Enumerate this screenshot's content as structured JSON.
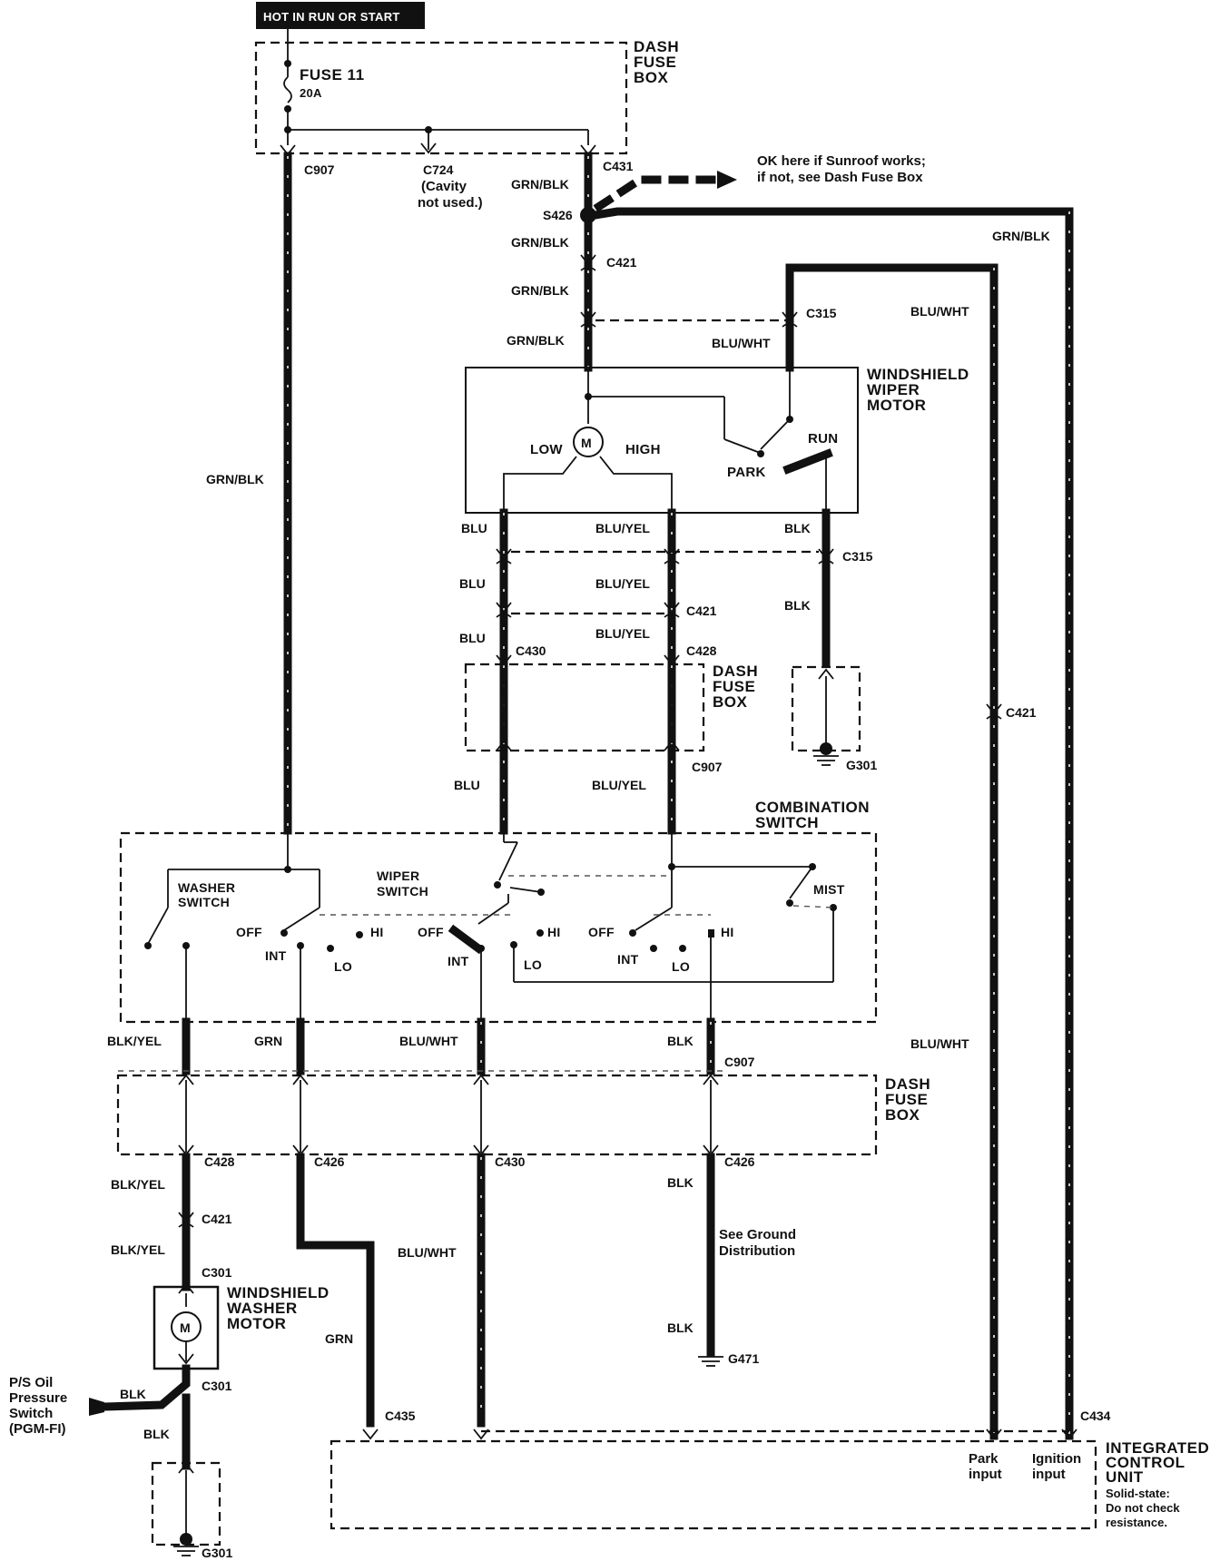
{
  "header": {
    "hot_label": "HOT IN RUN OR START"
  },
  "components": {
    "dash_fuse_box_lines": [
      "DASH",
      "FUSE",
      "BOX"
    ],
    "fuse": {
      "name": "FUSE 11",
      "rating": "20A"
    },
    "wiper_motor_lines": [
      "WINDSHIELD",
      "WIPER",
      "MOTOR"
    ],
    "combination_switch_lines": [
      "COMBINATION",
      "SWITCH"
    ],
    "washer_switch_lines": [
      "WASHER",
      "SWITCH"
    ],
    "wiper_switch_lines": [
      "WIPER",
      "SWITCH"
    ],
    "washer_motor_lines": [
      "WINDSHIELD",
      "WASHER",
      "MOTOR"
    ],
    "icu_lines": [
      "INTEGRATED",
      "CONTROL",
      "UNIT"
    ],
    "icu_note_lines": [
      "Solid-state:",
      "Do not check",
      "resistance."
    ],
    "ps_switch_lines": [
      "P/S Oil",
      "Pressure",
      "Switch",
      "(PGM-FI)"
    ],
    "motor_symbol": "M",
    "park_input_lines": [
      "Park",
      "input"
    ],
    "ignition_input_lines": [
      "Ignition",
      "input"
    ]
  },
  "motor_terms": {
    "low": "LOW",
    "high": "HIGH",
    "park": "PARK",
    "run": "RUN"
  },
  "switch_terms": {
    "off": "OFF",
    "int": "INT",
    "lo": "LO",
    "hi": "HI",
    "mist": "MIST"
  },
  "notes": {
    "sunroof_lines": [
      "OK here if Sunroof works;",
      "if not, see Dash Fuse Box"
    ],
    "cavity_lines": [
      "(Cavity",
      "not used.)"
    ],
    "ground_dist_lines": [
      "See Ground",
      "Distribution"
    ]
  },
  "wire_colors": {
    "grn_blk": "GRN/BLK",
    "blu_wht": "BLU/WHT",
    "blu": "BLU",
    "blu_yel": "BLU/YEL",
    "blk": "BLK",
    "blk_yel": "BLK/YEL",
    "grn": "GRN"
  },
  "connectors": {
    "c907": "C907",
    "c724": "C724",
    "c431": "C431",
    "s426": "S426",
    "c421": "C421",
    "c315": "C315",
    "c430": "C430",
    "c428": "C428",
    "g301": "G301",
    "c426": "C426",
    "c301": "C301",
    "c435": "C435",
    "c434": "C434",
    "g471": "G471"
  }
}
